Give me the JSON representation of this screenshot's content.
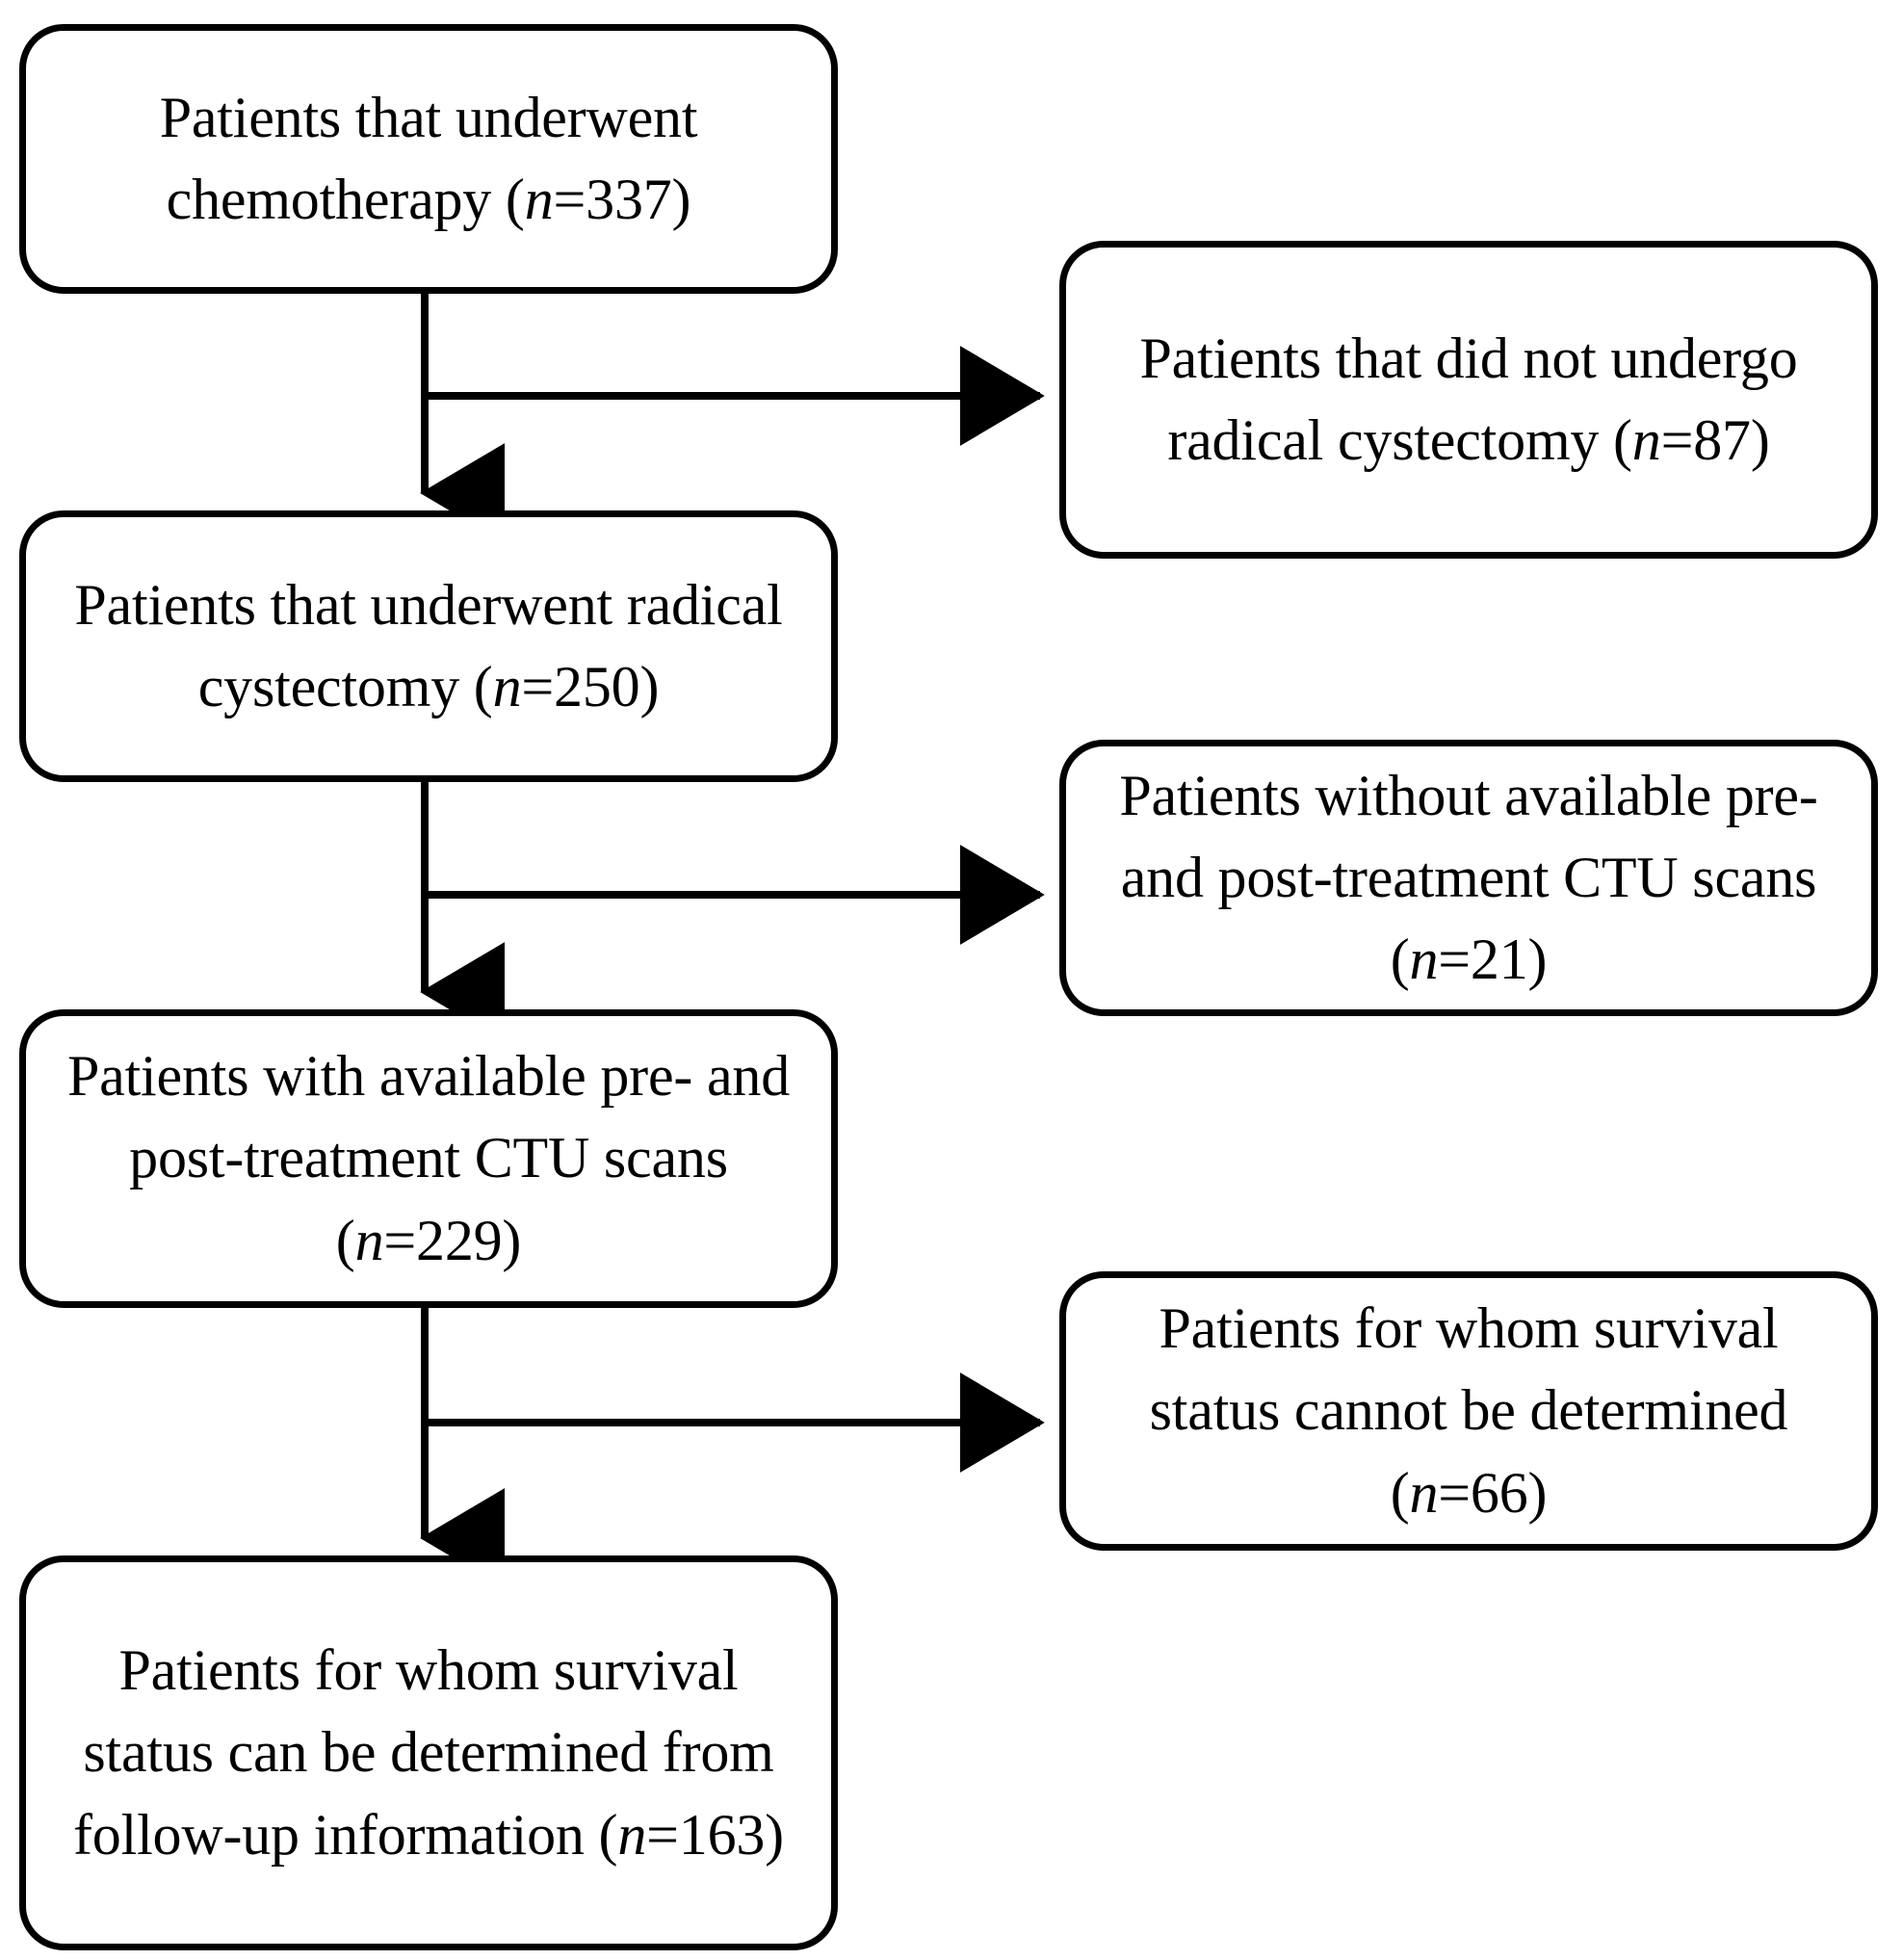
{
  "diagram": {
    "type": "flowchart",
    "orientation": "top-to-bottom",
    "title_visible": false,
    "colors": {
      "stroke": "#000000",
      "fill": "#ffffff",
      "text": "#000000"
    },
    "nodes": [
      {
        "id": "chemotherapy",
        "column": "left",
        "name": "Patients that underwent chemotherapy",
        "label_prefix": "Patients that underwent chemotherapy (",
        "n_symbol": "n",
        "n_value": "=337)",
        "count": 337,
        "full_text": "Patients that underwent chemotherapy (n=337)"
      },
      {
        "id": "no-cystectomy",
        "column": "right",
        "name": "Patients that did not undergo radical cystectomy",
        "label_prefix": "Patients that did not undergo radical cystectomy (",
        "n_symbol": "n",
        "n_value": "=87)",
        "count": 87,
        "full_text": "Patients that did not undergo radical cystectomy (n=87)"
      },
      {
        "id": "radical-cystectomy",
        "column": "left",
        "name": "Patients that underwent radical cystectomy",
        "label_prefix": "Patients that underwent radical cystectomy (",
        "n_symbol": "n",
        "n_value": "=250)",
        "count": 250,
        "full_text": "Patients that underwent radical cystectomy (n=250)"
      },
      {
        "id": "no-ctu",
        "column": "right",
        "name": "Patients without available pre- and post-treatment CTU scans",
        "label_prefix": "Patients without available pre- and post-treatment CTU scans (",
        "n_symbol": "n",
        "n_value": "=21)",
        "count": 21,
        "full_text": "Patients without available pre- and post-treatment CTU scans (n=21)"
      },
      {
        "id": "ctu-available",
        "column": "left",
        "name": "Patients with available pre- and post-treatment CTU scans",
        "label_prefix": "Patients with available pre- and post-treatment CTU scans (",
        "n_symbol": "n",
        "n_value": "=229)",
        "count": 229,
        "full_text": "Patients with available pre- and post-treatment CTU scans (n=229)"
      },
      {
        "id": "survival-unknown",
        "column": "right",
        "name": "Patients for whom survival status cannot be determined",
        "label_prefix": "Patients for whom survival status cannot be determined (",
        "n_symbol": "n",
        "n_value": "=66)",
        "count": 66,
        "full_text": "Patients for whom survival status cannot be determined (n=66)"
      },
      {
        "id": "survival-known",
        "column": "left",
        "name": "Patients for whom survival status can be determined from follow-up information",
        "label_prefix": "Patients for whom survival status can be determined from follow-up information (",
        "n_symbol": "n",
        "n_value": "=163)",
        "count": 163,
        "full_text": "Patients for whom survival status can be determined from follow-up information (n=163)"
      }
    ],
    "edges": [
      {
        "id": "edge-chemo-to-cystectomy",
        "from": "chemotherapy",
        "to": "radical-cystectomy",
        "direction": "down",
        "arrowhead": true
      },
      {
        "id": "edge-chemo-to-no-cystectomy",
        "from": "chemotherapy",
        "to": "no-cystectomy",
        "direction": "right",
        "arrowhead": true
      },
      {
        "id": "edge-cystectomy-to-ctu",
        "from": "radical-cystectomy",
        "to": "ctu-available",
        "direction": "down",
        "arrowhead": true
      },
      {
        "id": "edge-cystectomy-to-no-ctu",
        "from": "radical-cystectomy",
        "to": "no-ctu",
        "direction": "right",
        "arrowhead": true
      },
      {
        "id": "edge-ctu-to-survival-known",
        "from": "ctu-available",
        "to": "survival-known",
        "direction": "down",
        "arrowhead": true
      },
      {
        "id": "edge-ctu-to-survival-unknown",
        "from": "ctu-available",
        "to": "survival-unknown",
        "direction": "right",
        "arrowhead": true
      }
    ]
  }
}
